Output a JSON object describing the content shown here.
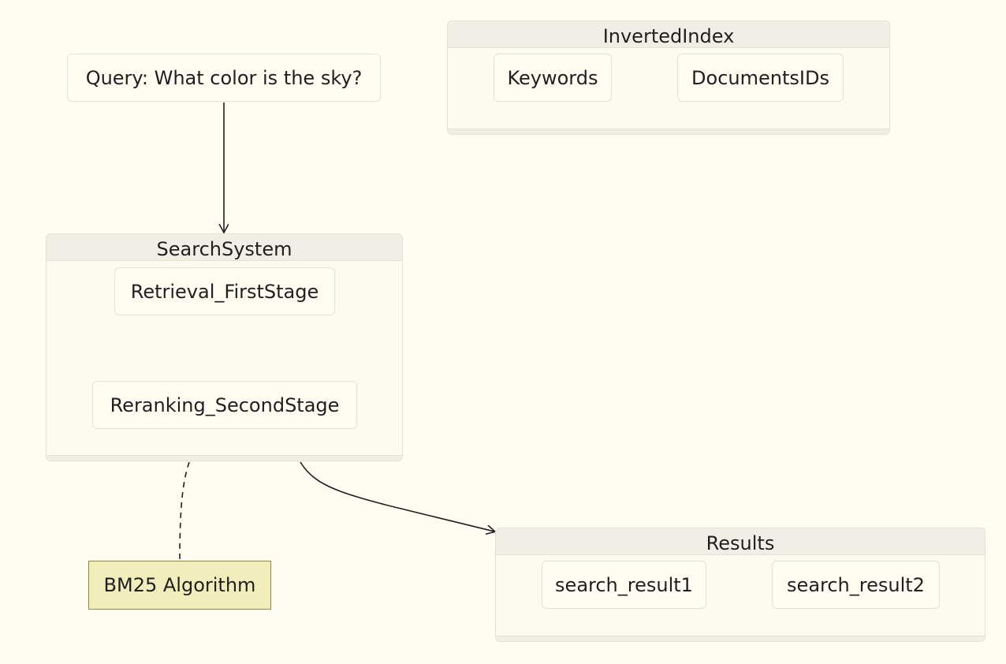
{
  "query_node": {
    "label": "Query: What color is the sky?"
  },
  "inverted_index": {
    "title": "InvertedIndex",
    "items": [
      "Keywords",
      "DocumentsIDs"
    ]
  },
  "search_system": {
    "title": "SearchSystem",
    "stage_one": "Retrieval_FirstStage",
    "stage_two": "Reranking_SecondStage"
  },
  "note": {
    "label": "BM25 Algorithm"
  },
  "results": {
    "title": "Results",
    "items": [
      "search_result1",
      "search_result2"
    ]
  },
  "colors": {
    "background": "#fffdf1",
    "group_header": "#f1efe5",
    "node_border": "#e6e2d3",
    "note_fill": "#f2eebb",
    "note_border": "#8e8a3f",
    "edge": "#1f1f1f"
  }
}
